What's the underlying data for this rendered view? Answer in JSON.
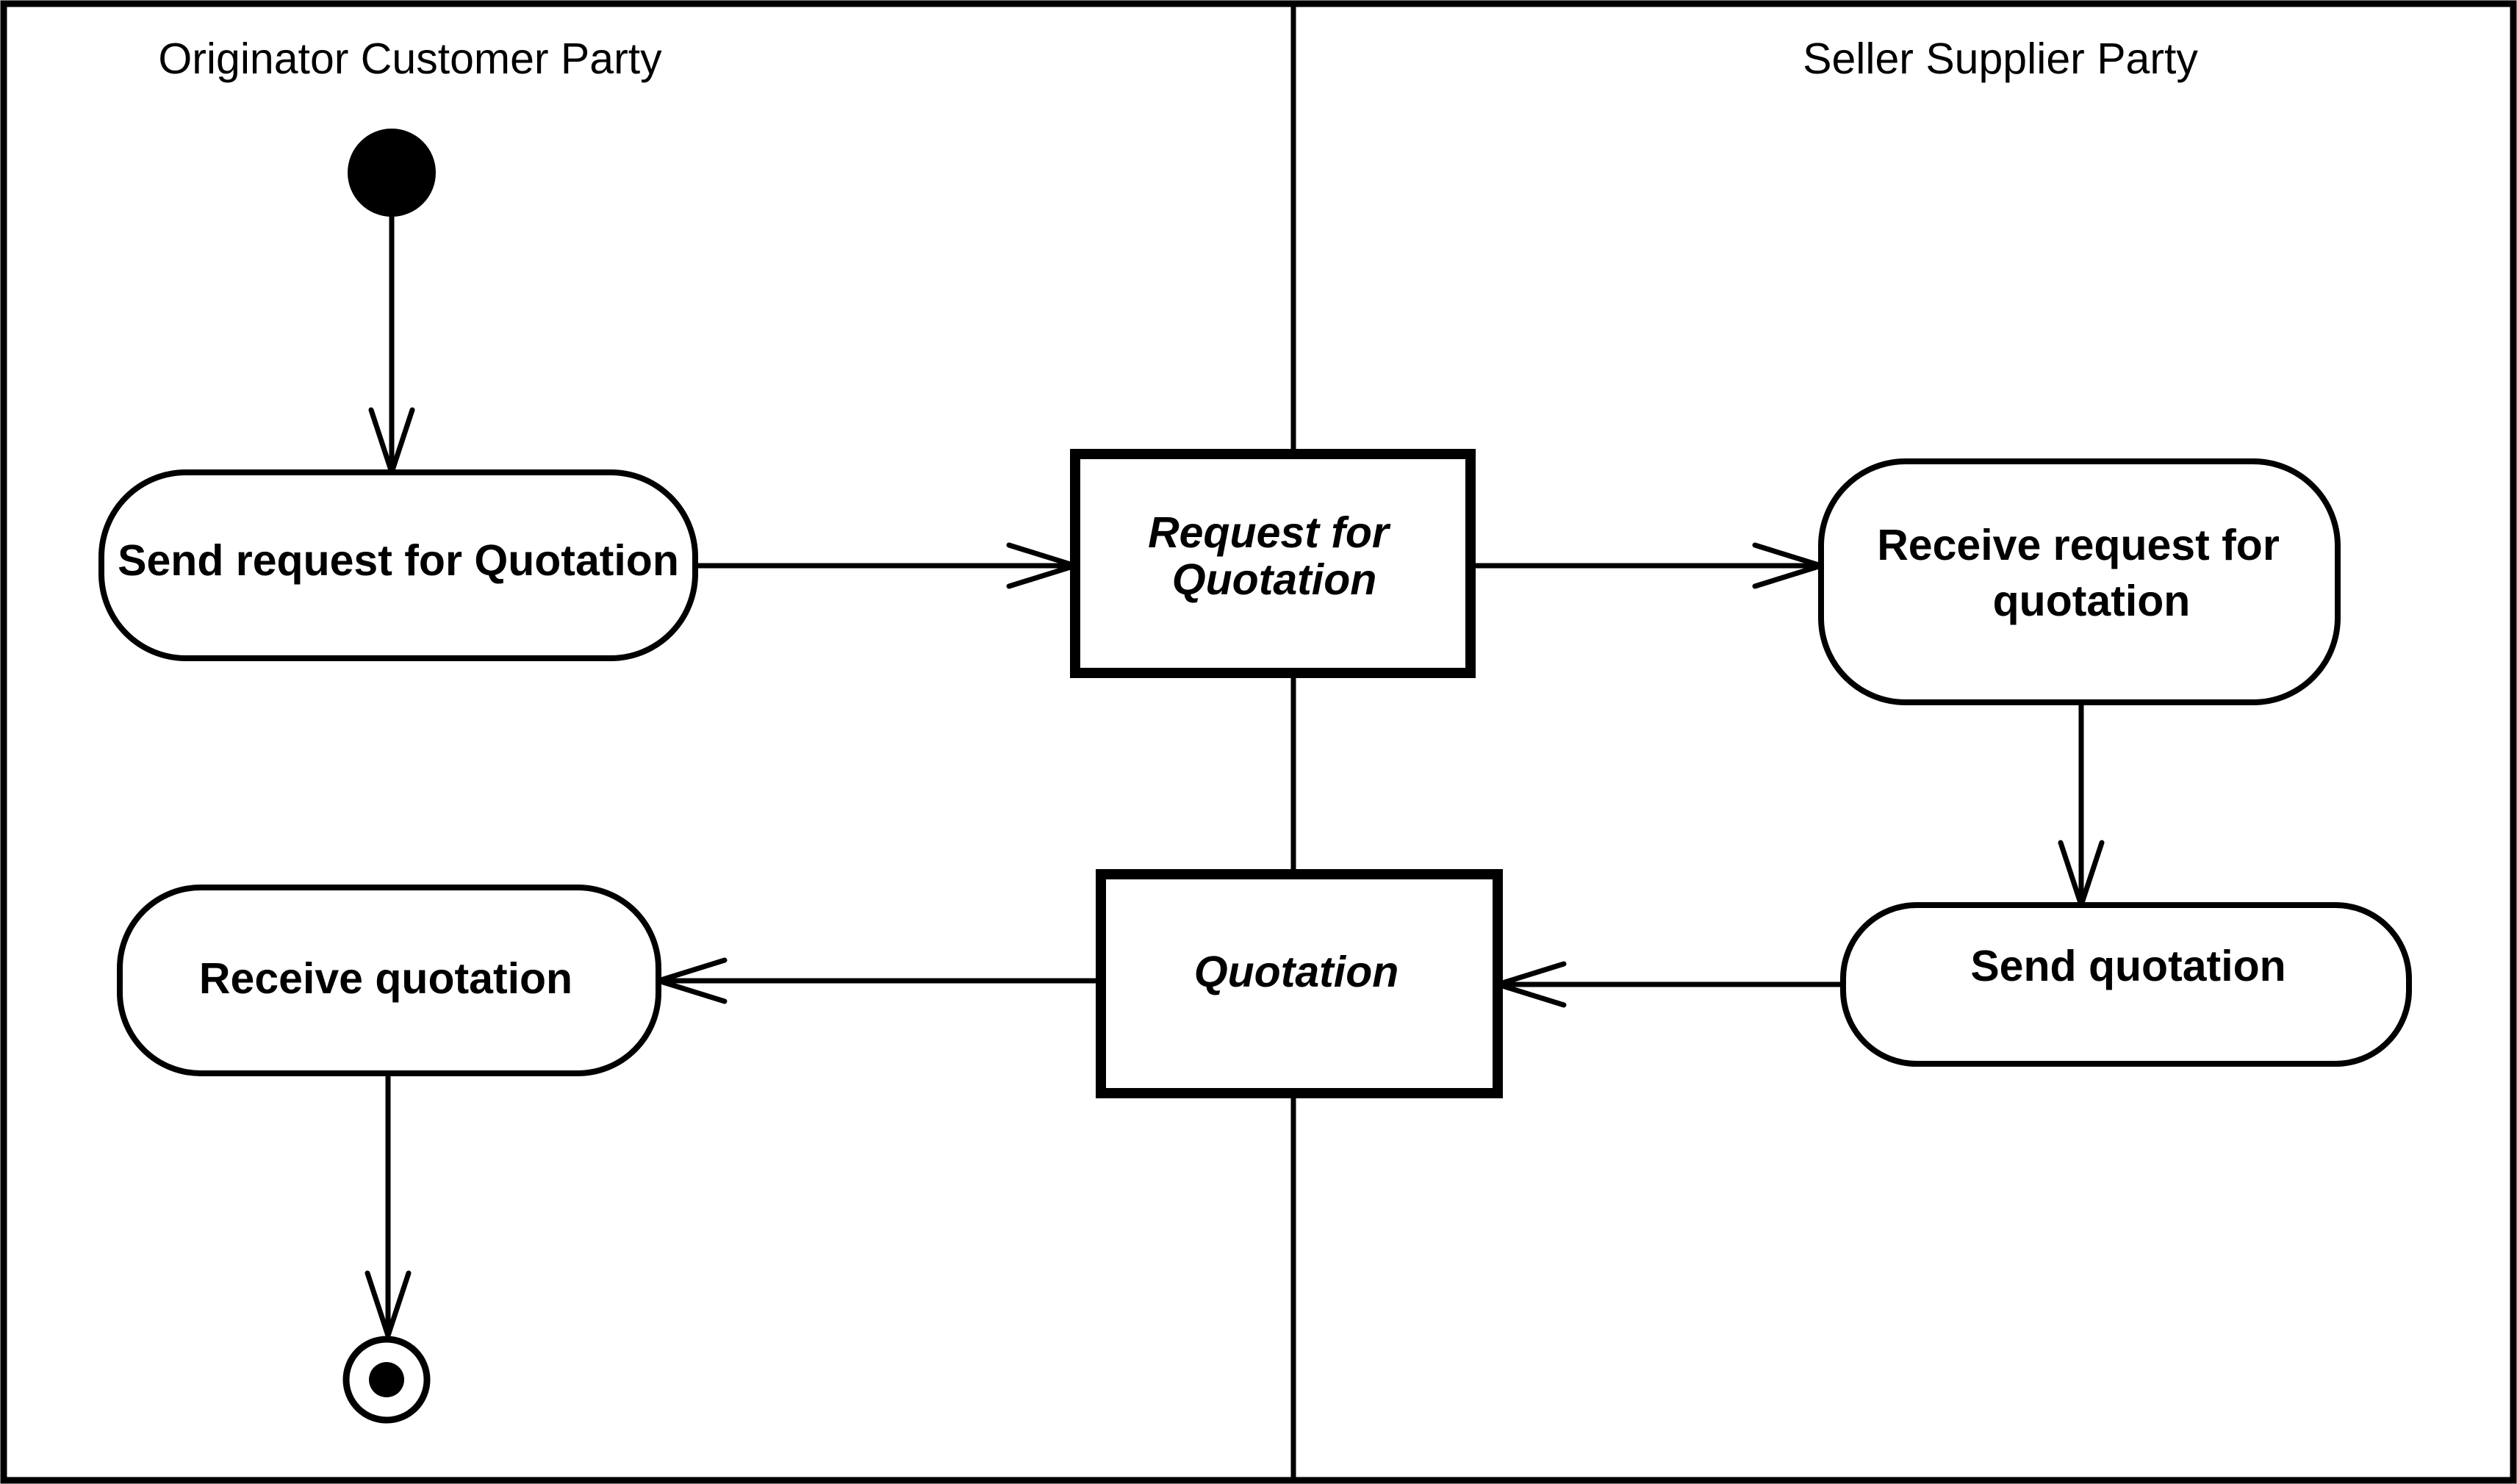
{
  "lanes": {
    "left": "Originator Customer Party",
    "right": "Seller Supplier Party"
  },
  "actions": {
    "send_request": "Send request for Quotation",
    "receive_request_line1": "Receive request for",
    "receive_request_line2": "quotation",
    "send_quotation": "Send quotation",
    "receive_quotation": "Receive quotation"
  },
  "objects": {
    "request_line1": "Request for",
    "request_line2": "Quotation",
    "quotation": "Quotation"
  }
}
